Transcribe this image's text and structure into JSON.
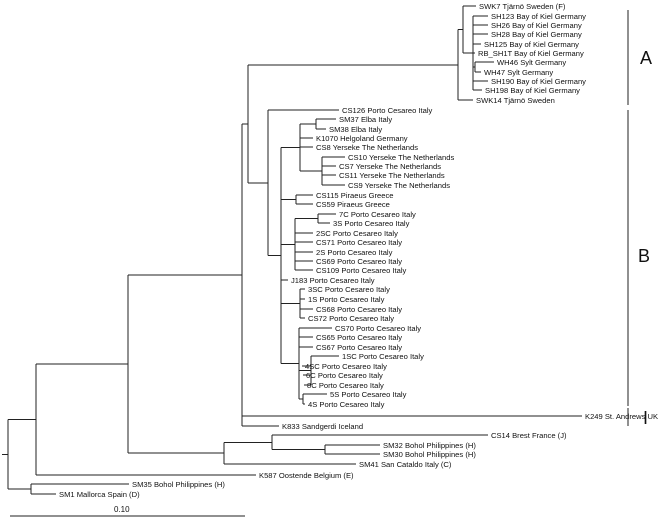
{
  "tree": {
    "leaves": [
      {
        "id": "SWK7",
        "label": "SWK7 Tjärnö Sweden (F)"
      },
      {
        "id": "SH123",
        "label": "SH123 Bay of Kiel Germany"
      },
      {
        "id": "SH26",
        "label": "SH26 Bay of Kiel Germany"
      },
      {
        "id": "SH28",
        "label": "SH28 Bay of Kiel Germany"
      },
      {
        "id": "SH125",
        "label": "SH125 Bay of Kiel Germany"
      },
      {
        "id": "RBSH1T",
        "label": "RB_SH1T Bay of Kiel Germany"
      },
      {
        "id": "WH46",
        "label": "WH46 Sylt Germany"
      },
      {
        "id": "WH47",
        "label": "WH47 Sylt Germany"
      },
      {
        "id": "SH190",
        "label": "SH190 Bay of Kiel Germany"
      },
      {
        "id": "SH198",
        "label": "SH198 Bay of Kiel Germany"
      },
      {
        "id": "SWK14",
        "label": "SWK14 Tjärnö Sweden"
      },
      {
        "id": "CS126",
        "label": "CS126 Porto Cesareo Italy"
      },
      {
        "id": "SM37",
        "label": "SM37 Elba Italy"
      },
      {
        "id": "SM38",
        "label": "SM38 Elba Italy"
      },
      {
        "id": "K1070",
        "label": "K1070 Helgoland Germany"
      },
      {
        "id": "CS8",
        "label": "CS8 Yerseke The Netherlands"
      },
      {
        "id": "CS10",
        "label": "CS10 Yerseke The Netherlands"
      },
      {
        "id": "CS7",
        "label": "CS7 Yerseke The Netherlands"
      },
      {
        "id": "CS11",
        "label": "CS11 Yerseke The Netherlands"
      },
      {
        "id": "CS9",
        "label": "CS9 Yerseke The Netherlands"
      },
      {
        "id": "CS115",
        "label": "CS115 Piraeus Greece"
      },
      {
        "id": "CS59",
        "label": "CS59 Piraeus Greece"
      },
      {
        "id": "7C",
        "label": "7C Porto Cesareo Italy"
      },
      {
        "id": "3S",
        "label": "3S Porto Cesareo Italy"
      },
      {
        "id": "2SC",
        "label": "2SC Porto Cesareo Italy"
      },
      {
        "id": "CS71",
        "label": "CS71 Porto Cesareo Italy"
      },
      {
        "id": "2S",
        "label": "2S Porto Cesareo Italy"
      },
      {
        "id": "CS69",
        "label": "CS69 Porto Cesareo Italy"
      },
      {
        "id": "CS109",
        "label": "CS109 Porto Cesareo Italy"
      },
      {
        "id": "J183",
        "label": "J183 Porto Cesareo Italy"
      },
      {
        "id": "3SC",
        "label": "3SC Porto Cesareo Italy"
      },
      {
        "id": "1S",
        "label": "1S Porto Cesareo Italy"
      },
      {
        "id": "CS68",
        "label": "CS68 Porto Cesareo Italy"
      },
      {
        "id": "CS72",
        "label": "CS72 Porto Cesareo Italy"
      },
      {
        "id": "CS70",
        "label": "CS70 Porto Cesareo Italy"
      },
      {
        "id": "CS65",
        "label": "CS65 Porto Cesareo Italy"
      },
      {
        "id": "CS67",
        "label": "CS67 Porto Cesareo Italy"
      },
      {
        "id": "1SC",
        "label": "1SC Porto Cesareo Italy"
      },
      {
        "id": "4SC",
        "label": "4SC Porto Cesareo Italy"
      },
      {
        "id": "6C",
        "label": "6C Porto Cesareo Italy"
      },
      {
        "id": "8C",
        "label": "8C Porto Cesareo Italy"
      },
      {
        "id": "5S",
        "label": "5S Porto Cesareo Italy"
      },
      {
        "id": "4S",
        "label": "4S Porto Cesareo Italy"
      },
      {
        "id": "K249",
        "label": "K249 St. Andrews UK"
      },
      {
        "id": "K833",
        "label": "K833 Sandgerdi Iceland"
      },
      {
        "id": "CS14",
        "label": "CS14 Brest France   (J)"
      },
      {
        "id": "SM32",
        "label": "SM32 Bohol Philippines   (H)"
      },
      {
        "id": "SM30",
        "label": "SM30 Bohol Philippines   (H)"
      },
      {
        "id": "SM41",
        "label": "SM41 San Cataldo Italy   (C)"
      },
      {
        "id": "K587",
        "label": "K587 Oostende Belgium   (E)"
      },
      {
        "id": "SM35",
        "label": "SM35 Bohol Philippines   (H)"
      },
      {
        "id": "SM1",
        "label": "SM1 Mallorca Spain   (D)"
      }
    ],
    "clades": [
      {
        "id": "A",
        "label": "A"
      },
      {
        "id": "B",
        "label": "B"
      },
      {
        "id": "I",
        "label": "I"
      }
    ],
    "scale_bar": {
      "label": "0.10",
      "value": 0.1
    }
  }
}
